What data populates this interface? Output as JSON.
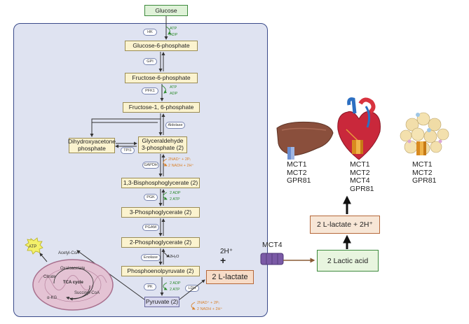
{
  "glucose": "Glucose",
  "metabolites": {
    "g6p": "Glucose-6-phosphate",
    "f6p": "Fructose-6-phosphate",
    "f16bp": "Fructose-1, 6-phosphate",
    "dhap": "Dihydroxyacetone phosphate",
    "g3p": "Glyceraldehyde 3-phosphate (2)",
    "bpg13": "1,3-Bisphosphoglycerate (2)",
    "pg3": "3-Phosphoglycerate (2)",
    "pg2": "2-Phosphoglycerate (2)",
    "pep": "Phosphoenolpyruvate (2)",
    "pyruvate": "Pyruvate (2)"
  },
  "enzymes": {
    "hk": "HK",
    "gpi": "GPI",
    "pfk1": "PFK1",
    "aldolase": "Aldolase",
    "tpi1": "TPI1",
    "gapdh": "GAPDH",
    "pgk": "PGK",
    "pgam": "PGAM",
    "enolase": "Enolase",
    "pk": "PK",
    "ldh": "LDH"
  },
  "cofactors": {
    "atp": "ATP",
    "adp": "ADP",
    "two_nad": "2NAD⁺ + 2Pᵢ",
    "two_nadh": "2 NADH + 2H⁺",
    "two_adp": "2 ADP",
    "two_atp": "2 ATP",
    "water": "2H₂O"
  },
  "tca": {
    "label": "TCA cycle",
    "acetyl_coa": "Acetyl-CoA",
    "oxaloacetate": "Oxaloacetate",
    "citrate": "Citrate",
    "akg": "α-KG",
    "succinyl_coa": "Succinyl-CoA",
    "atp_burst": "ATP"
  },
  "export": {
    "h_plus": "2H⁺",
    "plus": "+",
    "lactate": "2 L-lactate",
    "transporter": "MCT4",
    "lactic_acid": "2 Lactic acid",
    "lactate_h": "2 L-lactate + 2H⁺"
  },
  "tissues": {
    "liver": [
      "MCT1",
      "MCT2",
      "GPR81"
    ],
    "heart": [
      "MCT1",
      "MCT2",
      "MCT4",
      "GPR81"
    ],
    "adipose": [
      "MCT1",
      "MCT2",
      "GPR81"
    ]
  },
  "colors": {
    "cell_bg": "#dfe3f1",
    "metabolite_fill": "#fbf3cf",
    "atp_green": "#2e8b2e",
    "nadh_orange": "#d9822b",
    "transporter_purple": "#7b5aa6"
  }
}
